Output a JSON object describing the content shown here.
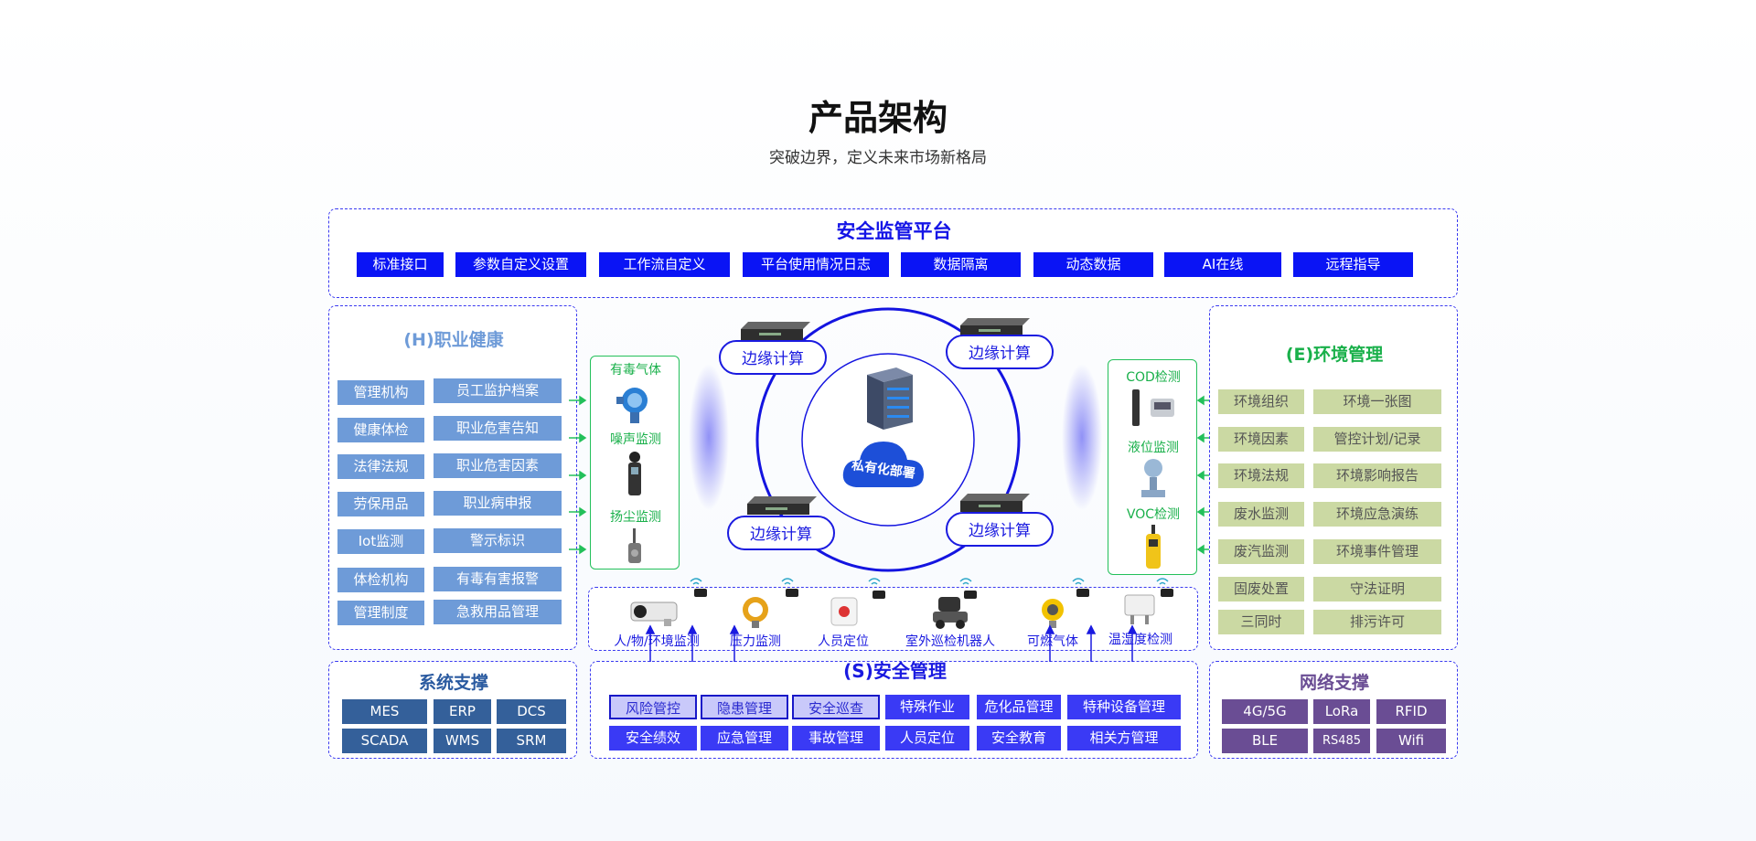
{
  "header": {
    "title": "产品架构",
    "subtitle": "突破边界，定义未来市场新格局"
  },
  "platform": {
    "title": "安全监管平台",
    "items": [
      "标准接口",
      "参数自定义设置",
      "工作流自定义",
      "平台使用情况日志",
      "数据隔离",
      "动态数据",
      "AI在线",
      "远程指导"
    ]
  },
  "health": {
    "title": "(H)职业健康",
    "left": [
      "管理机构",
      "健康体检",
      "法律法规",
      "劳保用品",
      "Iot监测",
      "体检机构",
      "管理制度"
    ],
    "right": [
      "员工监护档案",
      "职业危害告知",
      "职业危害因素",
      "职业病申报",
      "警示标识",
      "有毒有害报警",
      "急救用品管理"
    ]
  },
  "sensors_left": {
    "items": [
      "有毒气体",
      "噪声监测",
      "扬尘监测"
    ]
  },
  "center": {
    "edge": [
      "边缘计算",
      "边缘计算",
      "边缘计算",
      "边缘计算"
    ],
    "private": "私有化部署"
  },
  "sensors_right": {
    "items": [
      "COD检测",
      "液位监测",
      "VOC检测"
    ]
  },
  "env": {
    "title": "(E)环境管理",
    "left": [
      "环境组织",
      "环境因素",
      "环境法规",
      "废水监测",
      "废汽监测",
      "固废处置",
      "三同时"
    ],
    "right": [
      "环境一张图",
      "管控计划/记录",
      "环境影响报告",
      "环境应急演练",
      "环境事件管理",
      "守法证明",
      "排污许可"
    ]
  },
  "devices": {
    "items": [
      "人/物/环境监测",
      "压力监测",
      "人员定位",
      "室外巡检机器人",
      "可燃气体",
      "温湿度检测"
    ]
  },
  "system": {
    "title": "系统支撑",
    "items": [
      "MES",
      "ERP",
      "DCS",
      "SCADA",
      "WMS",
      "SRM"
    ]
  },
  "safety": {
    "title": "(S)安全管理",
    "row1": [
      "风险管控",
      "隐患管理",
      "安全巡查",
      "特殊作业",
      "危化品管理",
      "特种设备管理"
    ],
    "row2": [
      "安全绩效",
      "应急管理",
      "事故管理",
      "人员定位",
      "安全教育",
      "相关方管理"
    ]
  },
  "network": {
    "title": "网络支撑",
    "items": [
      "4G/5G",
      "LoRa",
      "RFID",
      "BLE",
      "RS485",
      "Wifi"
    ]
  },
  "colors": {
    "platform_blue": "#0a14f5",
    "health_blue": "#6e9bd8",
    "env_green": "#cbd9a3",
    "system_blue": "#34609a",
    "network_purple": "#6a4d94",
    "sensor_green": "#19b04a"
  }
}
